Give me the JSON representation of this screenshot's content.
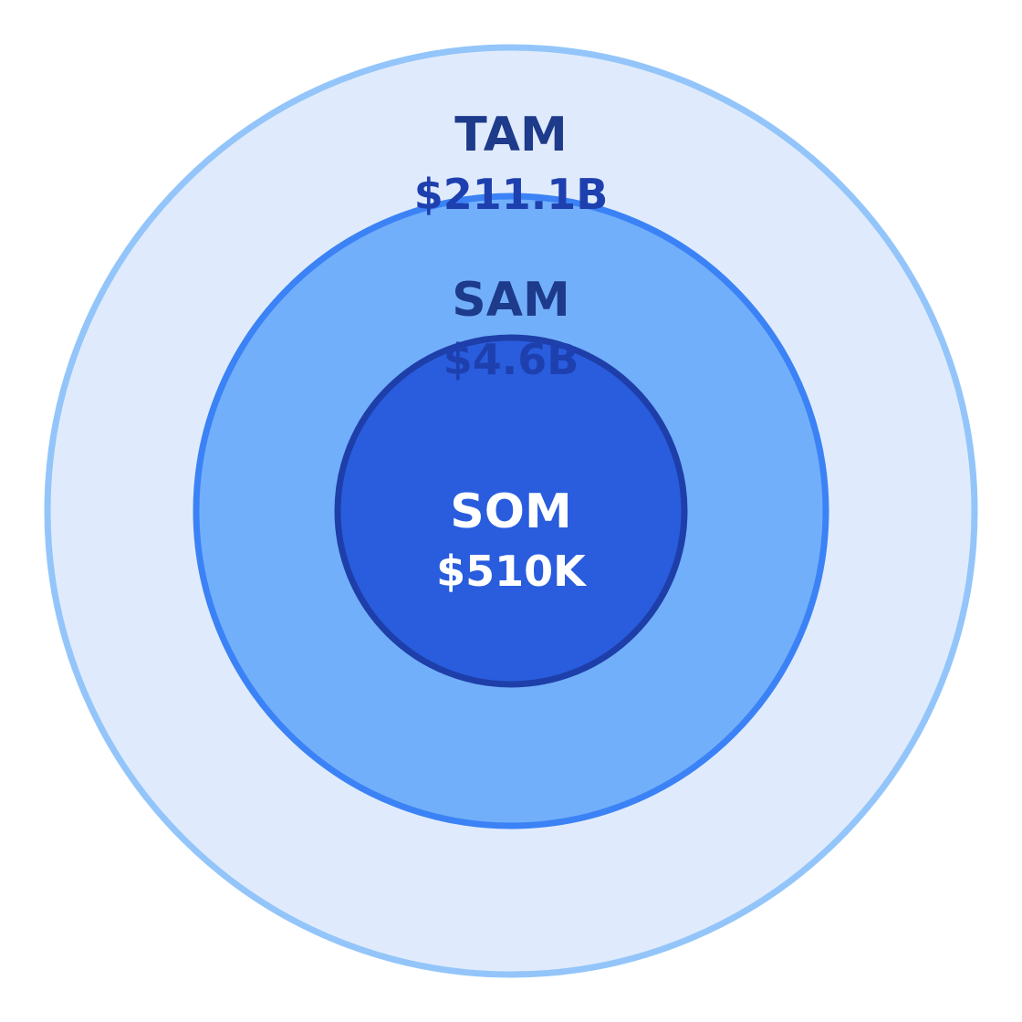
{
  "colors": {
    "tam_fill": "#dfebfc",
    "tam_stroke": "#93c5fa",
    "sam_fill": "#72affa",
    "sam_stroke": "#3b82f6",
    "som_fill": "#295ddd",
    "som_stroke": "#1e3fa9",
    "dark_text": "#1e3a8a",
    "value_text": "#1e40af",
    "light_text": "#ffffff"
  },
  "tam": {
    "label": "TAM",
    "value": "$211.1B"
  },
  "sam": {
    "label": "SAM",
    "value": "$4.6B"
  },
  "som": {
    "label": "SOM",
    "value": "$510K"
  }
}
